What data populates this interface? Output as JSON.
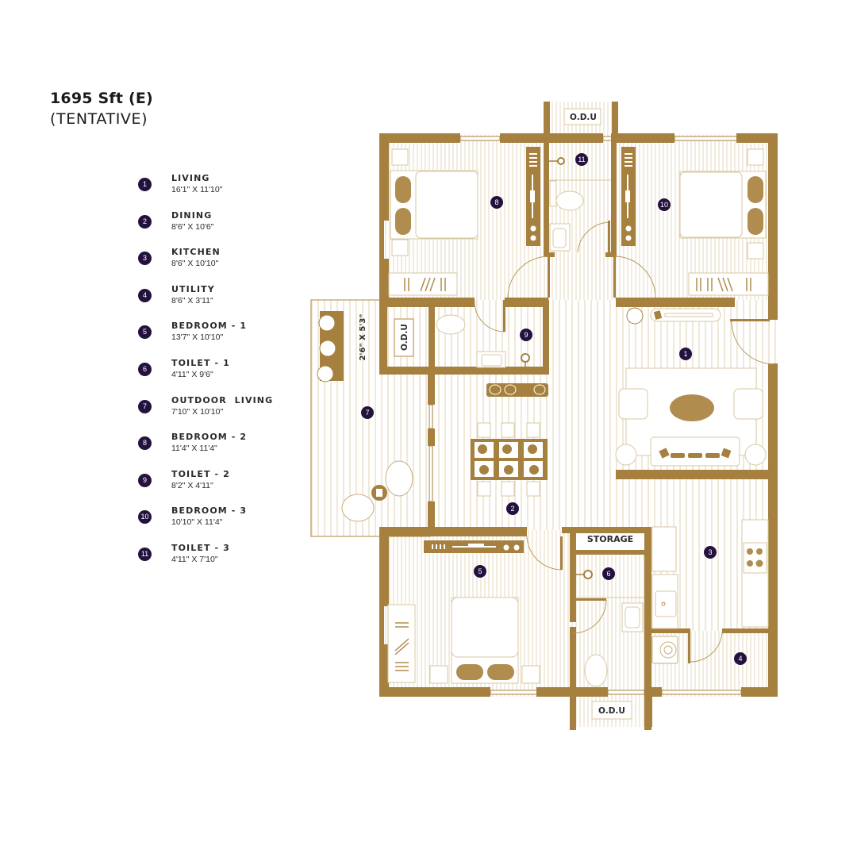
{
  "header": {
    "title": "1695 Sft (E)",
    "subtitle": "(TENTATIVE)"
  },
  "legend": [
    {
      "num": "1",
      "name": "LIVING",
      "dim": "16'1\" X 11'10\""
    },
    {
      "num": "2",
      "name": "DINING",
      "dim": "8'6\" X 10'6\""
    },
    {
      "num": "3",
      "name": "KITCHEN",
      "dim": "8'6\" X 10'10\""
    },
    {
      "num": "4",
      "name": "UTILITY",
      "dim": "8'6\" X 3'11\""
    },
    {
      "num": "5",
      "name": "BEDROOM - 1",
      "dim": "13'7\" X 10'10\""
    },
    {
      "num": "6",
      "name": "TOILET - 1",
      "dim": "4'11\" X 9'6\""
    },
    {
      "num": "7",
      "name": "OUTDOOR  LIVING",
      "dim": "7'10\" X 10'10\""
    },
    {
      "num": "8",
      "name": "BEDROOM - 2",
      "dim": "11'4\" X 11'4\""
    },
    {
      "num": "9",
      "name": "TOILET - 2",
      "dim": "8'2\" X 4'11\""
    },
    {
      "num": "10",
      "name": "BEDROOM - 3",
      "dim": "10'10\" X 11'4\""
    },
    {
      "num": "11",
      "name": "TOILET - 3",
      "dim": "4'11\" X 7'10\""
    }
  ],
  "plan": {
    "labels": {
      "odu_top": "O.D.U",
      "odu_left": "O.D.U",
      "odu_bottom": "O.D.U",
      "storage": "STORAGE",
      "duct_dim": "2'6\" X 5'3\""
    },
    "markers": {
      "m1": "1",
      "m2": "2",
      "m3": "3",
      "m4": "4",
      "m5": "5",
      "m6": "6",
      "m7": "7",
      "m8": "8",
      "m9": "9",
      "m10": "10",
      "m11": "11"
    },
    "colors": {
      "wall": "#a5803f",
      "furniture_fill": "#b08d4e",
      "floor_line": "#e8dcc4",
      "marker": "#24123e"
    }
  }
}
